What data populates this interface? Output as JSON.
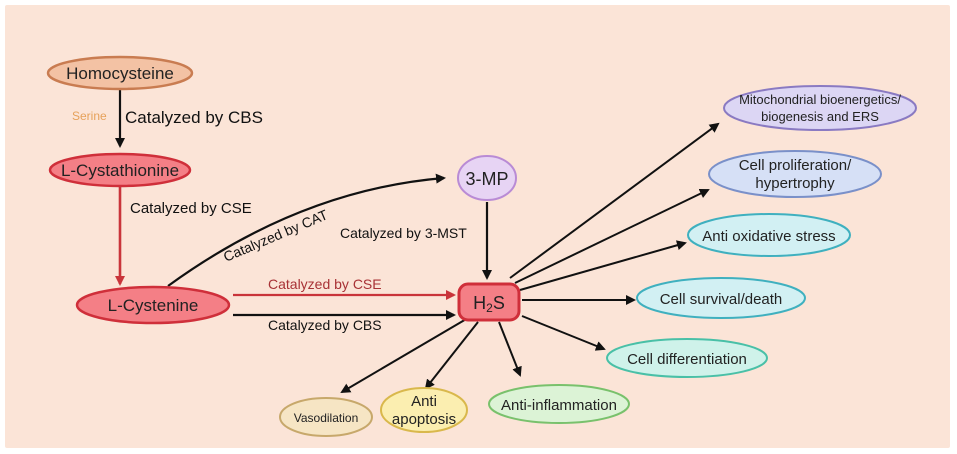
{
  "nodes": {
    "homocysteine": "Homocysteine",
    "cystathionine": "L-Cystathionine",
    "cysteine": "L-Cystenine",
    "mp3": "3-MP",
    "h2s_main": "H",
    "h2s_sub": "2",
    "h2s_end": "S",
    "mito_line1": "Mitochondrial bioenergetics/",
    "mito_line2": "biogenesis and ERS",
    "prolif_line1": "Cell proliferation/",
    "prolif_line2": "hypertrophy",
    "antiox": "Anti oxidative stress",
    "survival": "Cell survival/death",
    "differentiation": "Cell differentiation",
    "antiinflammation": "Anti-inflammation",
    "antiapoptosis_line1": "Anti",
    "antiapoptosis_line2": "apoptosis",
    "vasodilation": "Vasodilation"
  },
  "labels": {
    "serine": "Serine",
    "cbs_top": "Catalyzed by CBS",
    "cse_left": "Catalyzed by CSE",
    "cat": "Catalyzed by CAT",
    "mst": "Catalyzed by 3-MST",
    "cse_mid": "Catalyzed by CSE",
    "cbs_mid": "Catalyzed by CBS"
  },
  "colors": {
    "background": "#fbe4d7",
    "red_fill": "#f47f86",
    "red_stroke": "#cf2f3a",
    "red_arrow": "#c9343a",
    "orange_fill": "#f3c2a4",
    "orange_stroke": "#c97c51",
    "purple_fill": "#e7d4f4",
    "purple_stroke": "#b98bd5",
    "lavender_fill": "#dcd6f4",
    "lavender_stroke": "#8a7ac2",
    "blue_fill": "#d6e0f6",
    "blue_stroke": "#7a90c9",
    "cyan_fill": "#d2f0f3",
    "cyan_stroke": "#3fb0bf",
    "teal_fill": "#cff2ea",
    "teal_stroke": "#49c0a7",
    "green_fill": "#dcf3d6",
    "green_stroke": "#79c16c",
    "yellow_fill": "#fbeeb0",
    "yellow_stroke": "#d9b84c",
    "tan_fill": "#f6e5c4",
    "tan_stroke": "#c7a86b",
    "serine_text": "#e6a15a"
  }
}
